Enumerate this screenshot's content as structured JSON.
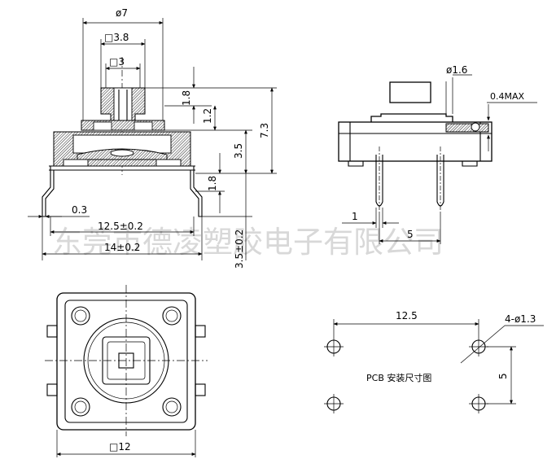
{
  "watermark": "东莞市德凌塑胶电子有限公司",
  "front_view": {
    "dim_diameter": "ø7",
    "dim_square_outer": "□3.8",
    "dim_square_inner": "□3",
    "dim_height_1": "1.8",
    "dim_height_2": "1.2",
    "dim_height_3": "3.5",
    "dim_height_total": "7.3",
    "dim_height_4": "1.8",
    "dim_leg_thickness": "0.3",
    "dim_width_inner": "12.5±0.2",
    "dim_width_outer": "14±0.2",
    "dim_leg_length": "3.5±0.2"
  },
  "side_view": {
    "dim_diameter": "ø1.6",
    "dim_max": "0.4MAX",
    "dim_pin": "1",
    "dim_spacing": "5"
  },
  "top_view": {
    "dim_square": "□12"
  },
  "pcb_layout": {
    "title": "PCB 安装尺寸图",
    "dim_width": "12.5",
    "dim_holes": "4-ø1.3",
    "dim_height": "5"
  }
}
